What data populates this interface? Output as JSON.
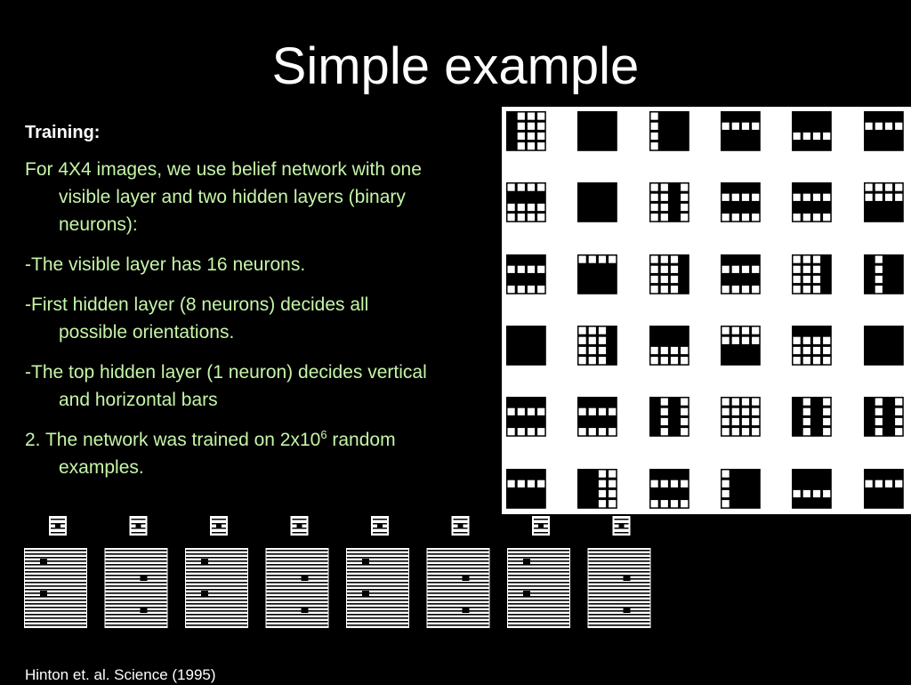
{
  "slide": {
    "title": "Simple example",
    "training_heading": "Training:",
    "para1": "For 4X4 images, we use belief network with  one visible layer and two hidden layers (binary neurons):",
    "bullet1": "-The visible layer has 16 neurons.",
    "bullet2": "-First hidden layer (8 neurons) decides all possible orientations.",
    "bullet3": "-The top hidden layer (1 neuron) decides vertical and horizontal bars",
    "para2_before": "2. The network was trained on 2x10",
    "para2_sup": "6",
    "para2_after": " random examples.",
    "citation": "Hinton et. al. Science (1995)"
  },
  "sample_grid": [
    [
      "1000100010001000",
      "1111111111111111",
      "0111011101110111",
      "1111000011111111",
      "1111111100001111",
      "1111000011111111"
    ],
    [
      "0000111100000000",
      "1111111111111111",
      "0010001000100010",
      "1111000011110000",
      "1111000011110000",
      "0000000011111111"
    ],
    [
      "1111000011110000",
      "0000111111111111",
      "0001000100010001",
      "1111000011110000",
      "0001000100010001",
      "1011101110111011"
    ],
    [
      "1111111111111111",
      "0001000100010001",
      "1111111100000000",
      "0000000011111111",
      "1111000000000000",
      "1111111111111111"
    ],
    [
      "1111000011110000",
      "1111000011110000",
      "1010101010101010",
      "0000000000000000",
      "1010101010101010",
      "1010101010101010"
    ],
    [
      "1111000011111111",
      "1100110011001100",
      "1111000011110000",
      "0111011101110111",
      "1111111100001111",
      "1111000011111111"
    ]
  ],
  "colors": {
    "background": "#000000",
    "title_text": "#ffffff",
    "body_text": "#c6f5a8",
    "panel": "#ffffff"
  }
}
